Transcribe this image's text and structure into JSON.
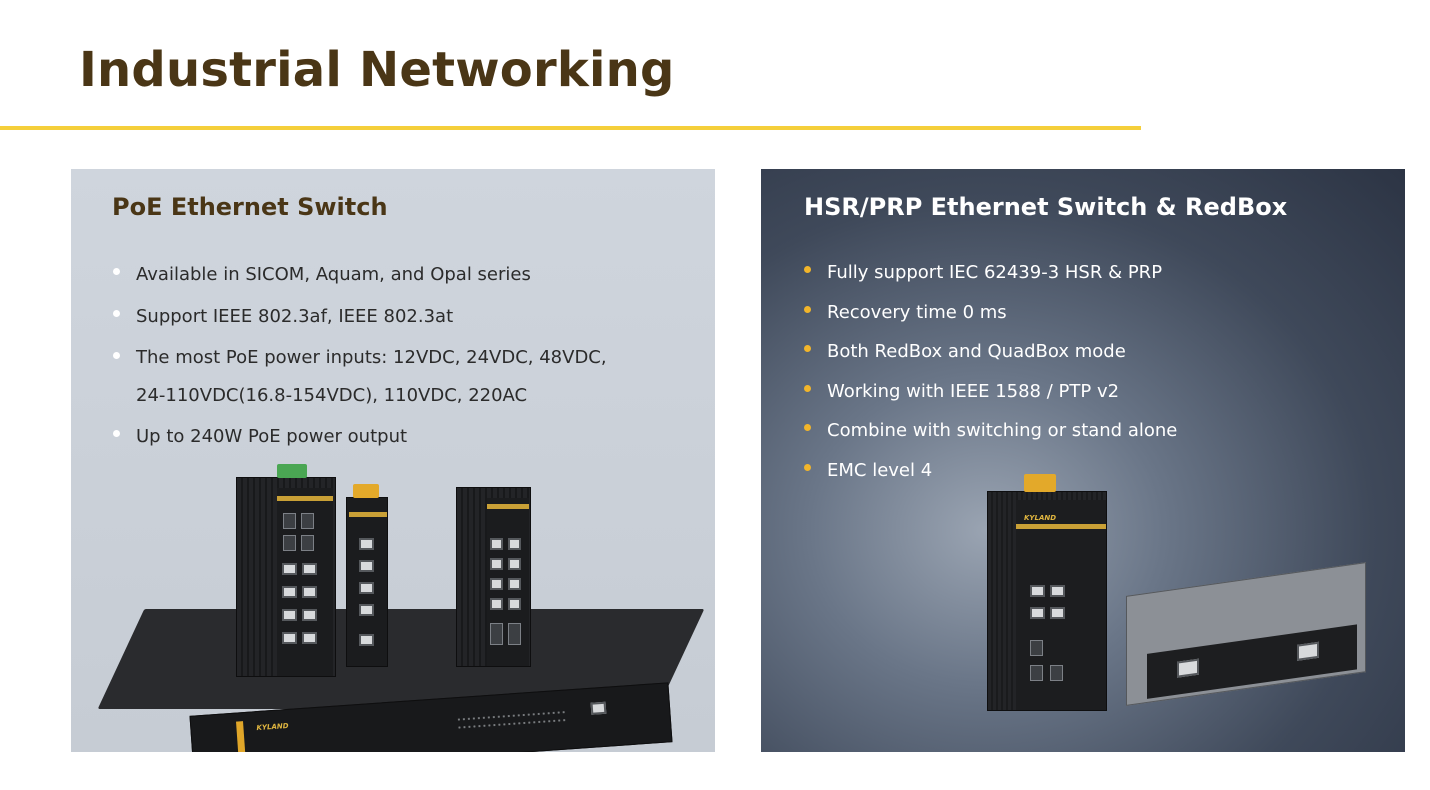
{
  "page": {
    "title": "Industrial Networking",
    "accent_color": "#f5cf3a",
    "title_color": "#4a3616"
  },
  "left_panel": {
    "heading": "PoE Ethernet Switch",
    "bullet_color": "#ffffff",
    "bullets": [
      "Available in SICOM, Aquam, and Opal series",
      "Support IEEE 802.3af, IEEE 802.3at",
      "The most PoE power inputs: 12VDC, 24VDC, 48VDC,",
      "24-110VDC(16.8-154VDC), 110VDC, 220AC",
      "Up to 240W PoE power output"
    ],
    "product_brand": "KYLAND"
  },
  "right_panel": {
    "heading": "HSR/PRP Ethernet Switch & RedBox",
    "bullet_color": "#f2b52a",
    "bullets": [
      "Fully support IEC 62439-3 HSR & PRP",
      "Recovery time 0 ms",
      "Both RedBox and QuadBox mode",
      "Working with IEEE 1588 / PTP v2",
      "Combine with switching or stand alone",
      "EMC level 4"
    ],
    "product_brand": "KYLAND"
  }
}
